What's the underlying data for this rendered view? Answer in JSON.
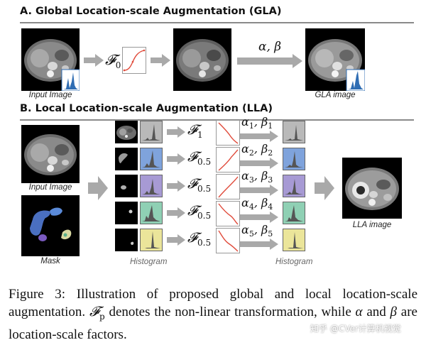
{
  "section_a": {
    "title": "A. Global Location-scale Augmentation (GLA)"
  },
  "section_b": {
    "title": "B. Local Location-scale Augmentation (LLA)"
  },
  "labels": {
    "input_image": "Input Image",
    "gla_image": "GLA image",
    "input_image_b": "Input Image",
    "mask": "Mask",
    "histogram_left": "Histogram",
    "histogram_right": "Histogram",
    "lla_image": "LLA image"
  },
  "math": {
    "gla_transform": "0",
    "gla_factors": "α, β",
    "rows": [
      {
        "sub": "1",
        "alpha": "1",
        "beta": "1",
        "color": "#b9b9b9"
      },
      {
        "sub": "0.5",
        "alpha": "2",
        "beta": "2",
        "color": "#7fa3dc"
      },
      {
        "sub": "0.5",
        "alpha": "3",
        "beta": "3",
        "color": "#a79ad4"
      },
      {
        "sub": "0.5",
        "alpha": "4",
        "beta": "4",
        "color": "#8fd0b4"
      },
      {
        "sub": "0.5",
        "alpha": "5",
        "beta": "5",
        "color": "#ebe59a"
      }
    ]
  },
  "caption": {
    "text_1": "Figure 3: Illustration of proposed global and local location-scale augmentation. ",
    "fp_main": "F",
    "fp_sub": "p",
    "text_2": " denotes the non-linear transformation, while ",
    "alpha": "α",
    "text_3": " and ",
    "beta": "β",
    "text_4": " are location-scale factors."
  },
  "watermark": "知乎 @CVer计算机视觉",
  "colors": {
    "arrow_gray": "#a9a9a9",
    "curve_red": "#e04a3a",
    "hist_blue": "#2f6db3"
  }
}
